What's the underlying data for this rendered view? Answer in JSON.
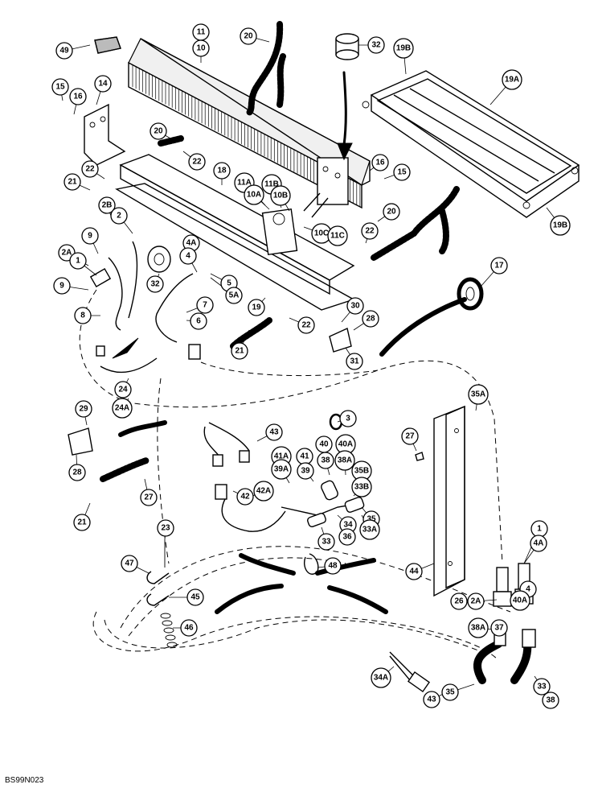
{
  "figure_code": "BS99N023",
  "callouts": [
    "49",
    "11",
    "10",
    "20",
    "32",
    "19B",
    "19A",
    "19B",
    "15",
    "16",
    "14",
    "20",
    "22",
    "18",
    "11A",
    "10A",
    "11B",
    "10B",
    "16",
    "15",
    "21",
    "22",
    "2B",
    "2",
    "9",
    "2A",
    "1",
    "4A",
    "4",
    "32",
    "9",
    "8",
    "5",
    "5A",
    "7",
    "6",
    "19",
    "22",
    "21",
    "10C",
    "11C",
    "22",
    "20",
    "30",
    "28",
    "31",
    "17",
    "24",
    "24A",
    "29",
    "28",
    "3",
    "43",
    "41A",
    "41",
    "40",
    "40A",
    "39A",
    "39",
    "38",
    "38A",
    "35B",
    "33B",
    "42",
    "42A",
    "34",
    "33",
    "36",
    "35",
    "33A",
    "35A",
    "27",
    "27",
    "21",
    "23",
    "47",
    "45",
    "46",
    "48",
    "44",
    "26",
    "2A",
    "1",
    "4A",
    "4",
    "40A",
    "38A",
    "37",
    "34A",
    "43",
    "35",
    "33",
    "38",
    "40"
  ],
  "icons": [
    "heater-core",
    "hose",
    "clamp",
    "bracket",
    "valve",
    "wire-harness"
  ]
}
